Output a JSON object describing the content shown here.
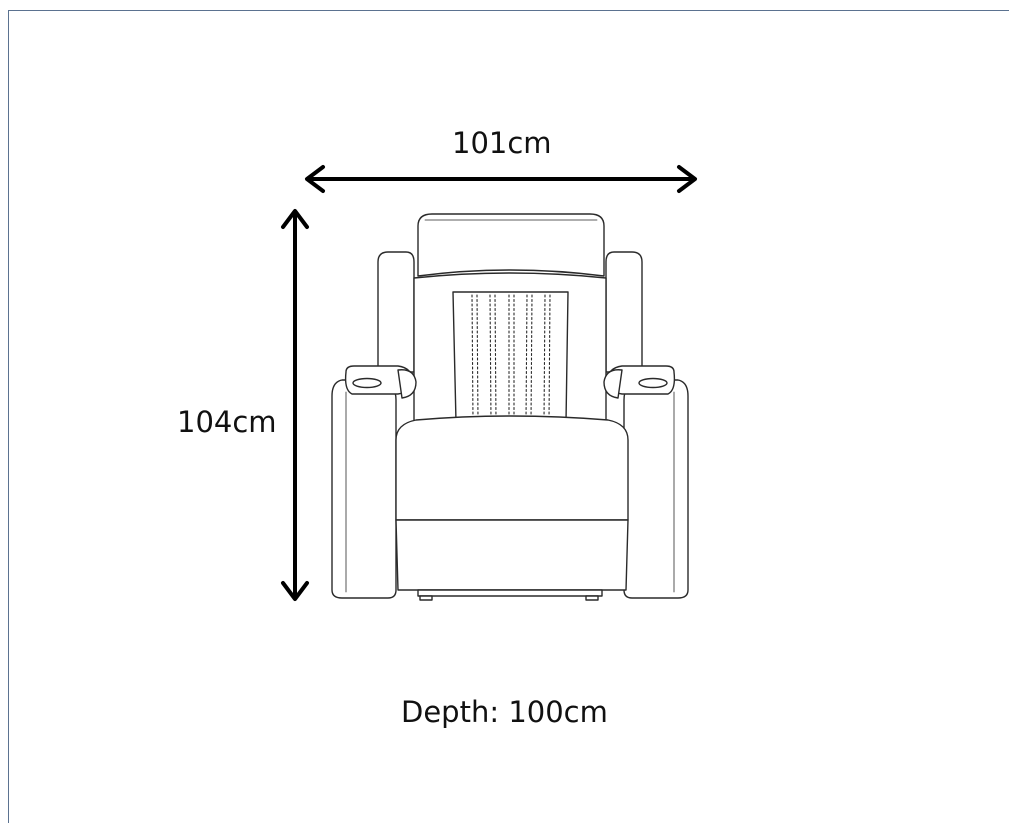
{
  "dimensions": {
    "width_label": "101cm",
    "height_label": "104cm",
    "depth_label": "Depth: 100cm"
  },
  "colors": {
    "frame_border": "#5b7290",
    "line": "#1a1a1a",
    "background": "#ffffff"
  },
  "icons": {
    "width_arrow": "double-headed-horizontal-arrow",
    "height_arrow": "double-headed-vertical-arrow",
    "product": "recliner-chair-line-drawing"
  }
}
